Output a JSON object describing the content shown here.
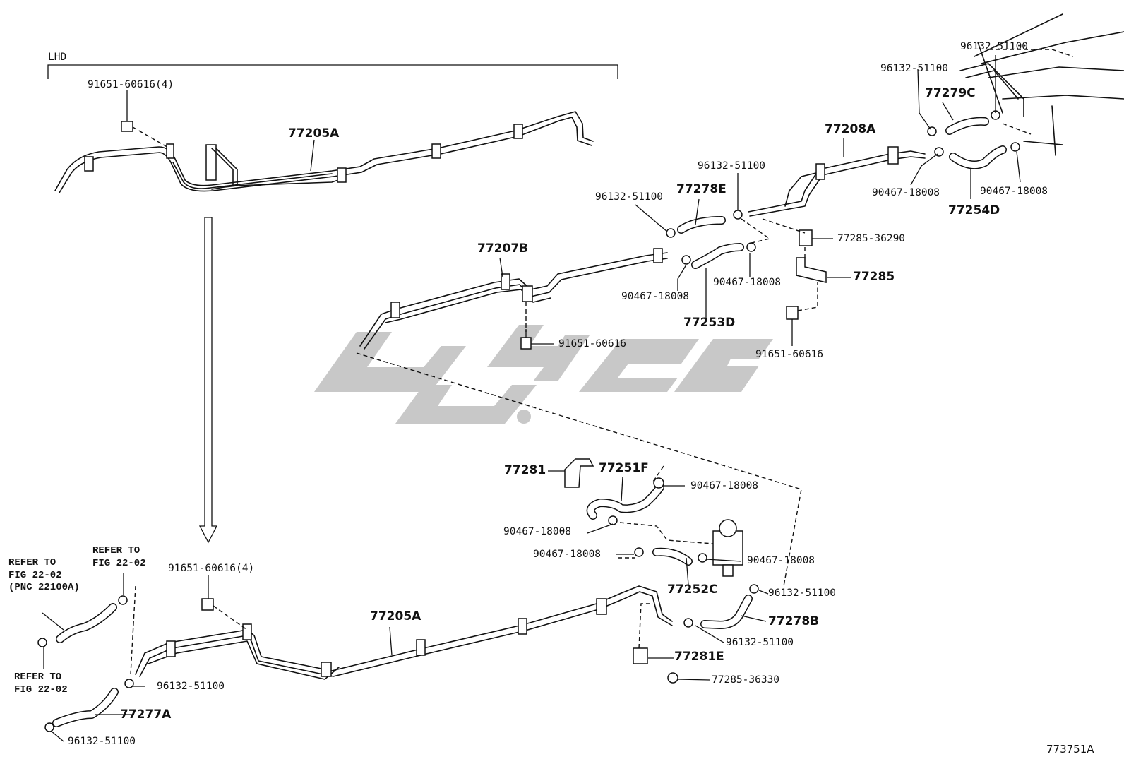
{
  "variant_label": "LHD",
  "figure_code": "773751A",
  "part_labels": {
    "top_bolt_4": "91651-60616(4)",
    "top_pipe": "77205A",
    "tube_77207B": "77207B",
    "tube_77208A": "77208A",
    "clip_96132_a": "96132-51100",
    "clip_96132_b": "96132-51100",
    "clip_96132_c": "96132-51100",
    "clip_96132_d": "96132-51100",
    "hose_77278E": "77278E",
    "hose_77279C": "77279C",
    "clamp_90467_a": "90467-18008",
    "clamp_90467_b": "90467-18008",
    "clamp_90467_c": "90467-18008",
    "clamp_90467_d": "90467-18008",
    "hose_77254D": "77254D",
    "hose_77253D": "77253D",
    "clip_77285_36290": "77285-36290",
    "bracket_77285": "77285",
    "bolt_mid": "91651-60616",
    "bolt_right": "91651-60616",
    "bracket_77281": "77281",
    "hose_77251F": "77251F",
    "clamp_90467_e": "90467-18008",
    "clamp_90467_f": "90467-18008",
    "clamp_90467_g": "90467-18008",
    "clamp_90467_h": "90467-18008",
    "hose_77252C": "77252C",
    "clip_96132_e": "96132-51100",
    "hose_77278B": "77278B",
    "clip_96132_f": "96132-51100",
    "bracket_77281E": "77281E",
    "clip_77285_36330": "77285-36330",
    "bottom_bolt_4": "91651-60616(4)",
    "bottom_pipe": "77205A",
    "clip_96132_g": "96132-51100",
    "hose_77277A": "77277A",
    "clip_96132_h": "96132-51100"
  },
  "notes": {
    "refer_1": "REFER TO\nFIG 22-02\n(PNC 22100A)",
    "refer_2": "REFER TO\nFIG 22-02",
    "refer_3": "REFER TO\nFIG 22-02"
  },
  "watermark": "logo"
}
